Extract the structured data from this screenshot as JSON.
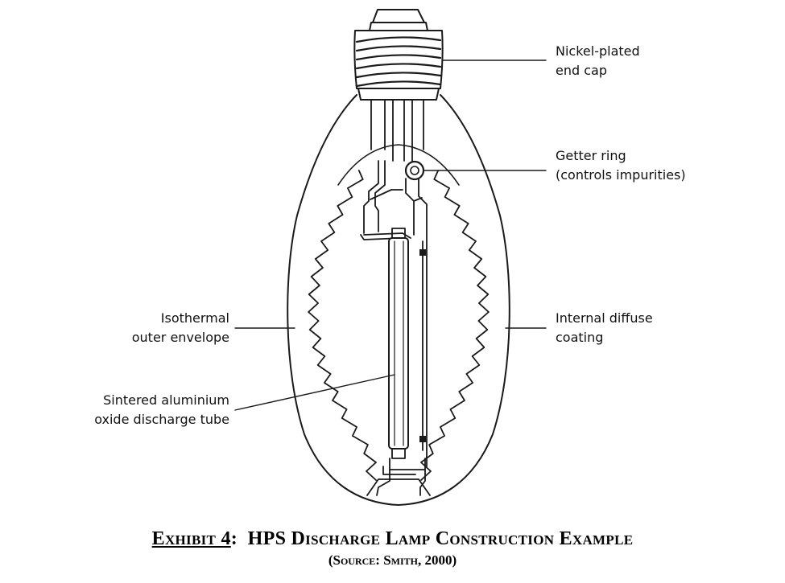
{
  "labels": {
    "end_cap": [
      "Nickel-plated",
      "end cap"
    ],
    "getter_ring": [
      "Getter ring",
      "(controls impurities)"
    ],
    "outer_envelope": [
      "Isothermal",
      "outer envelope"
    ],
    "diffuse_coating": [
      "Internal diffuse",
      "coating"
    ],
    "discharge_tube": [
      "Sintered aluminium",
      "oxide discharge tube"
    ]
  },
  "caption": {
    "exhibit": "Exhibit 4",
    "sep": ":",
    "title": "HPS Discharge Lamp Construction Example",
    "source": "(Source:  Smith, 2000)"
  }
}
